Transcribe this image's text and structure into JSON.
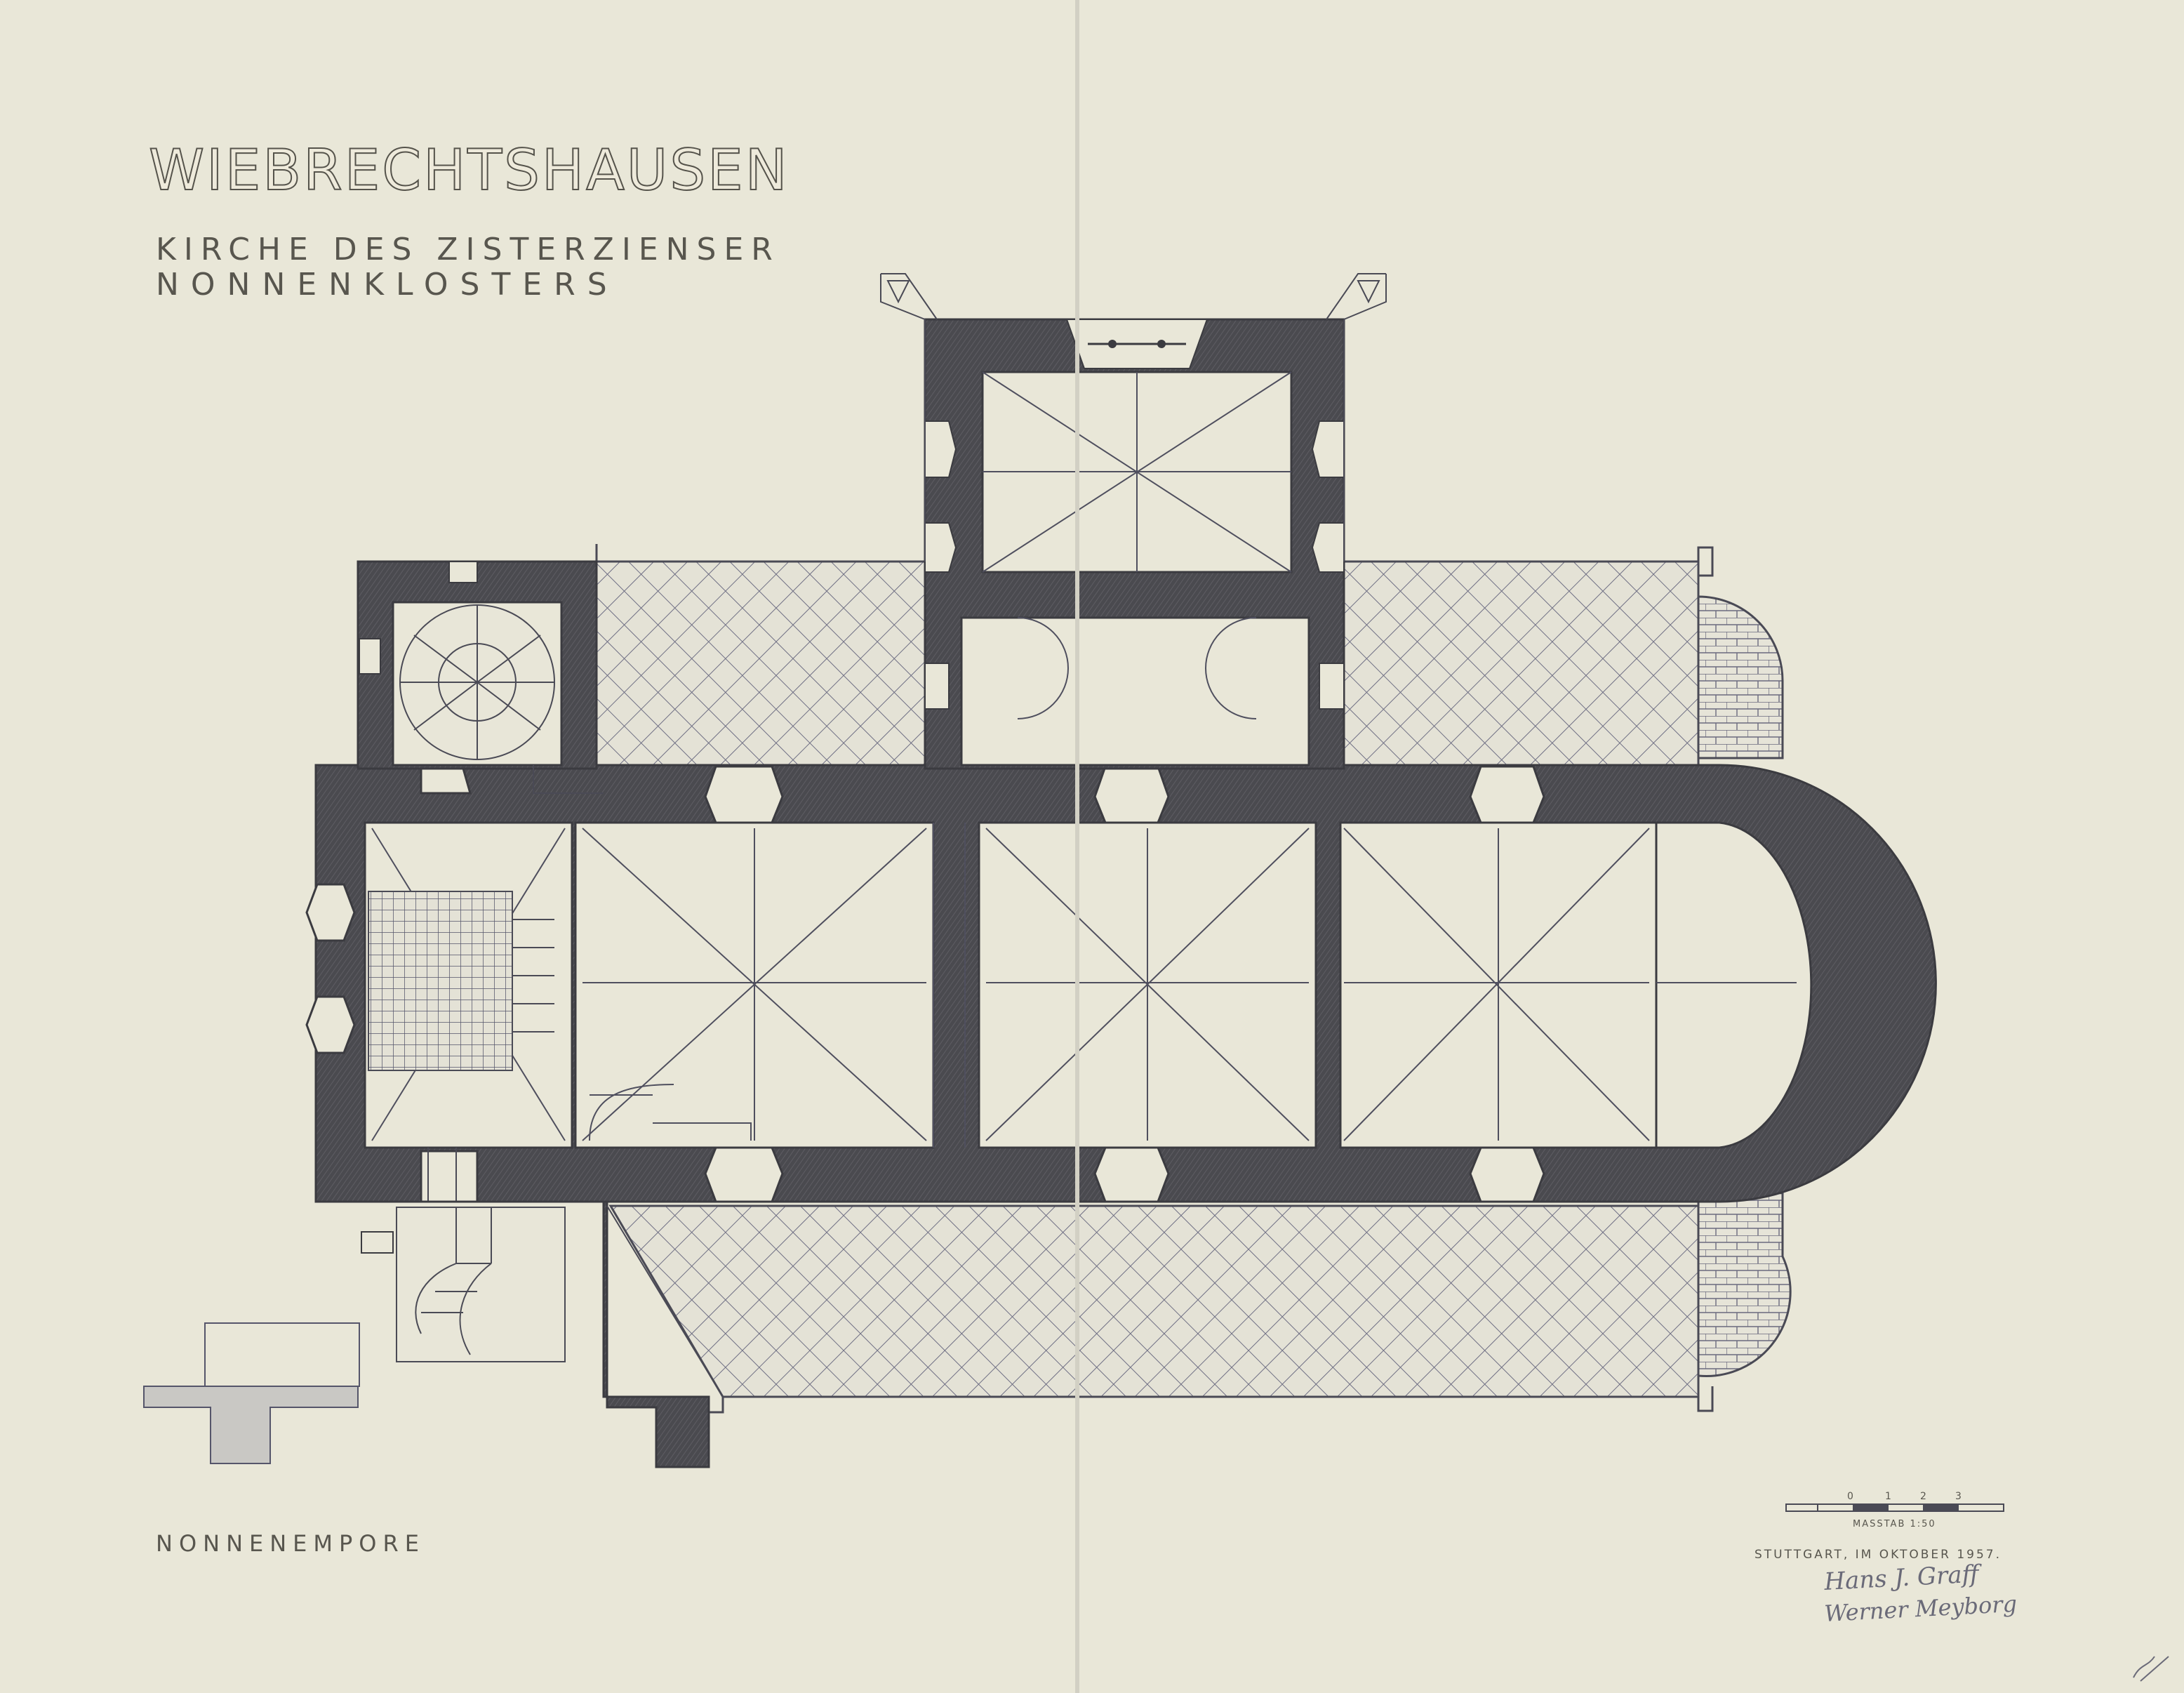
{
  "title": "WIEBRECHTSHAUSEN",
  "subtitle_1": "KIRCHE DES ZISTERZIENSER",
  "subtitle_2": "NONNENKLOSTERS",
  "plan_label": "NONNENEMPORE",
  "scale": {
    "ticks": [
      "0",
      "1",
      "2",
      "3"
    ],
    "caption": "MASSTAB 1:50"
  },
  "place_date": "STUTTGART, IM OKTOBER 1957.",
  "signatures": [
    "Hans J. Graff",
    "Werner Meyborg"
  ],
  "colors": {
    "paper": "#e9e7d8",
    "wall": "#4c4b50",
    "line": "#4a4a55",
    "hatch": "#77778a"
  }
}
